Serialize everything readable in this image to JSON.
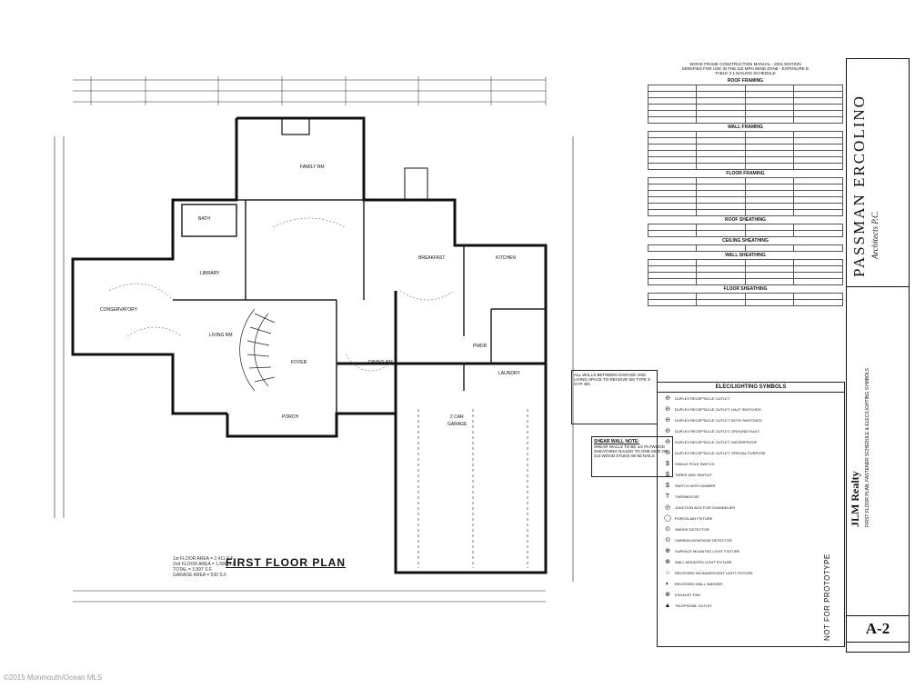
{
  "sheet": {
    "title": "FIRST FLOOR PLAN",
    "area_lines": [
      "1st FLOOR AREA = 2,411 S.F.",
      "2nd FLOOR AREA = 1,586 S.F.",
      "TOTAL = 3,997 S.F.",
      "GARAGE AREA = 530 S.F."
    ],
    "rooms": [
      "FAMILY RM",
      "LIBRARY",
      "CONSERVATORY",
      "LIVING RM",
      "FOYER",
      "PORCH",
      "DINING RM",
      "BREAKFAST",
      "KITCHEN",
      "2 CAR GARAGE",
      "LAUNDRY",
      "PWDR",
      "BATH"
    ],
    "wall_note": "ALL WALLS BETWEEN GARAGE AND LIVING SPACE TO RECEIVE 5/8 TYPE X GYP. BD.",
    "shear_title": "SHEAR WALL NOTE:",
    "shear_text": "SHEAR WALLS TO BE 1/2 PLYWOOD SHEATHING NAILED TO ONE SIDE OF 2x4 WOOD STUDS W/ 8d NAILS",
    "table_title1": "WOOD FRAME CONSTRUCTION MANUAL - 2001 EDITION",
    "table_title2": "MODIFIED FOR USE IN THE 115 MPH WIND ZONE - EXPOSURE B",
    "table_title3": "TABLE 3.1 NAILING SCHEDULE",
    "sections": [
      "ROOF FRAMING",
      "WALL FRAMING",
      "FLOOR FRAMING",
      "ROOF SHEATHING",
      "CEILING SHEATHING",
      "WALL SHEATHING",
      "FLOOR SHEATHING"
    ],
    "elec_title": "ELEC/LIGHTING SYMBOLS",
    "elec_items": [
      "DUPLEX RECEPTACLE OUTLET",
      "DUPLEX RECEPTACLE OUTLET, HALF SWITCHED",
      "DUPLEX RECEPTACLE OUTLET, BOTH SWITCHED",
      "DUPLEX RECEPTACLE OUTLET, GROUND FAULT",
      "DUPLEX RECEPTACLE OUTLET, WATERPROOF",
      "DUPLEX RECEPTACLE OUTLET, SPECIAL PURPOSE",
      "SINGLE POLE SWITCH",
      "THREE WAY SWITCH",
      "SWITCH WITH DIMMER",
      "THERMOSTAT",
      "JUNCTION BOX FOR CHANDELIER",
      "PORCELAIN FIXTURE",
      "SMOKE DETECTOR",
      "CARBON MONOXIDE DETECTOR",
      "SURFACE MOUNTED LIGHT FIXTURE",
      "WALL MOUNTED LIGHT FIXTURE",
      "RECESSED INCANDESCENT LIGHT FIXTURE",
      "RECESSED WALL WASHER",
      "EXHAUST FAN",
      "TELEPHONE OUTLET"
    ],
    "firm_name": "PASSMAN ERCOLINO",
    "firm_sub": "Architects P.C.",
    "client": "JLM Realty",
    "sheet_desc": "FIRST FLOOR PLAN, FASTENER SCHEDULE & ELEC/LIGHTING SYMBOLS",
    "sheet_number": "A-2",
    "prototype": "NOT FOR PROTOTYPE"
  },
  "footer": {
    "copyright": "©2015 Monmouth/Ocean MLS"
  }
}
